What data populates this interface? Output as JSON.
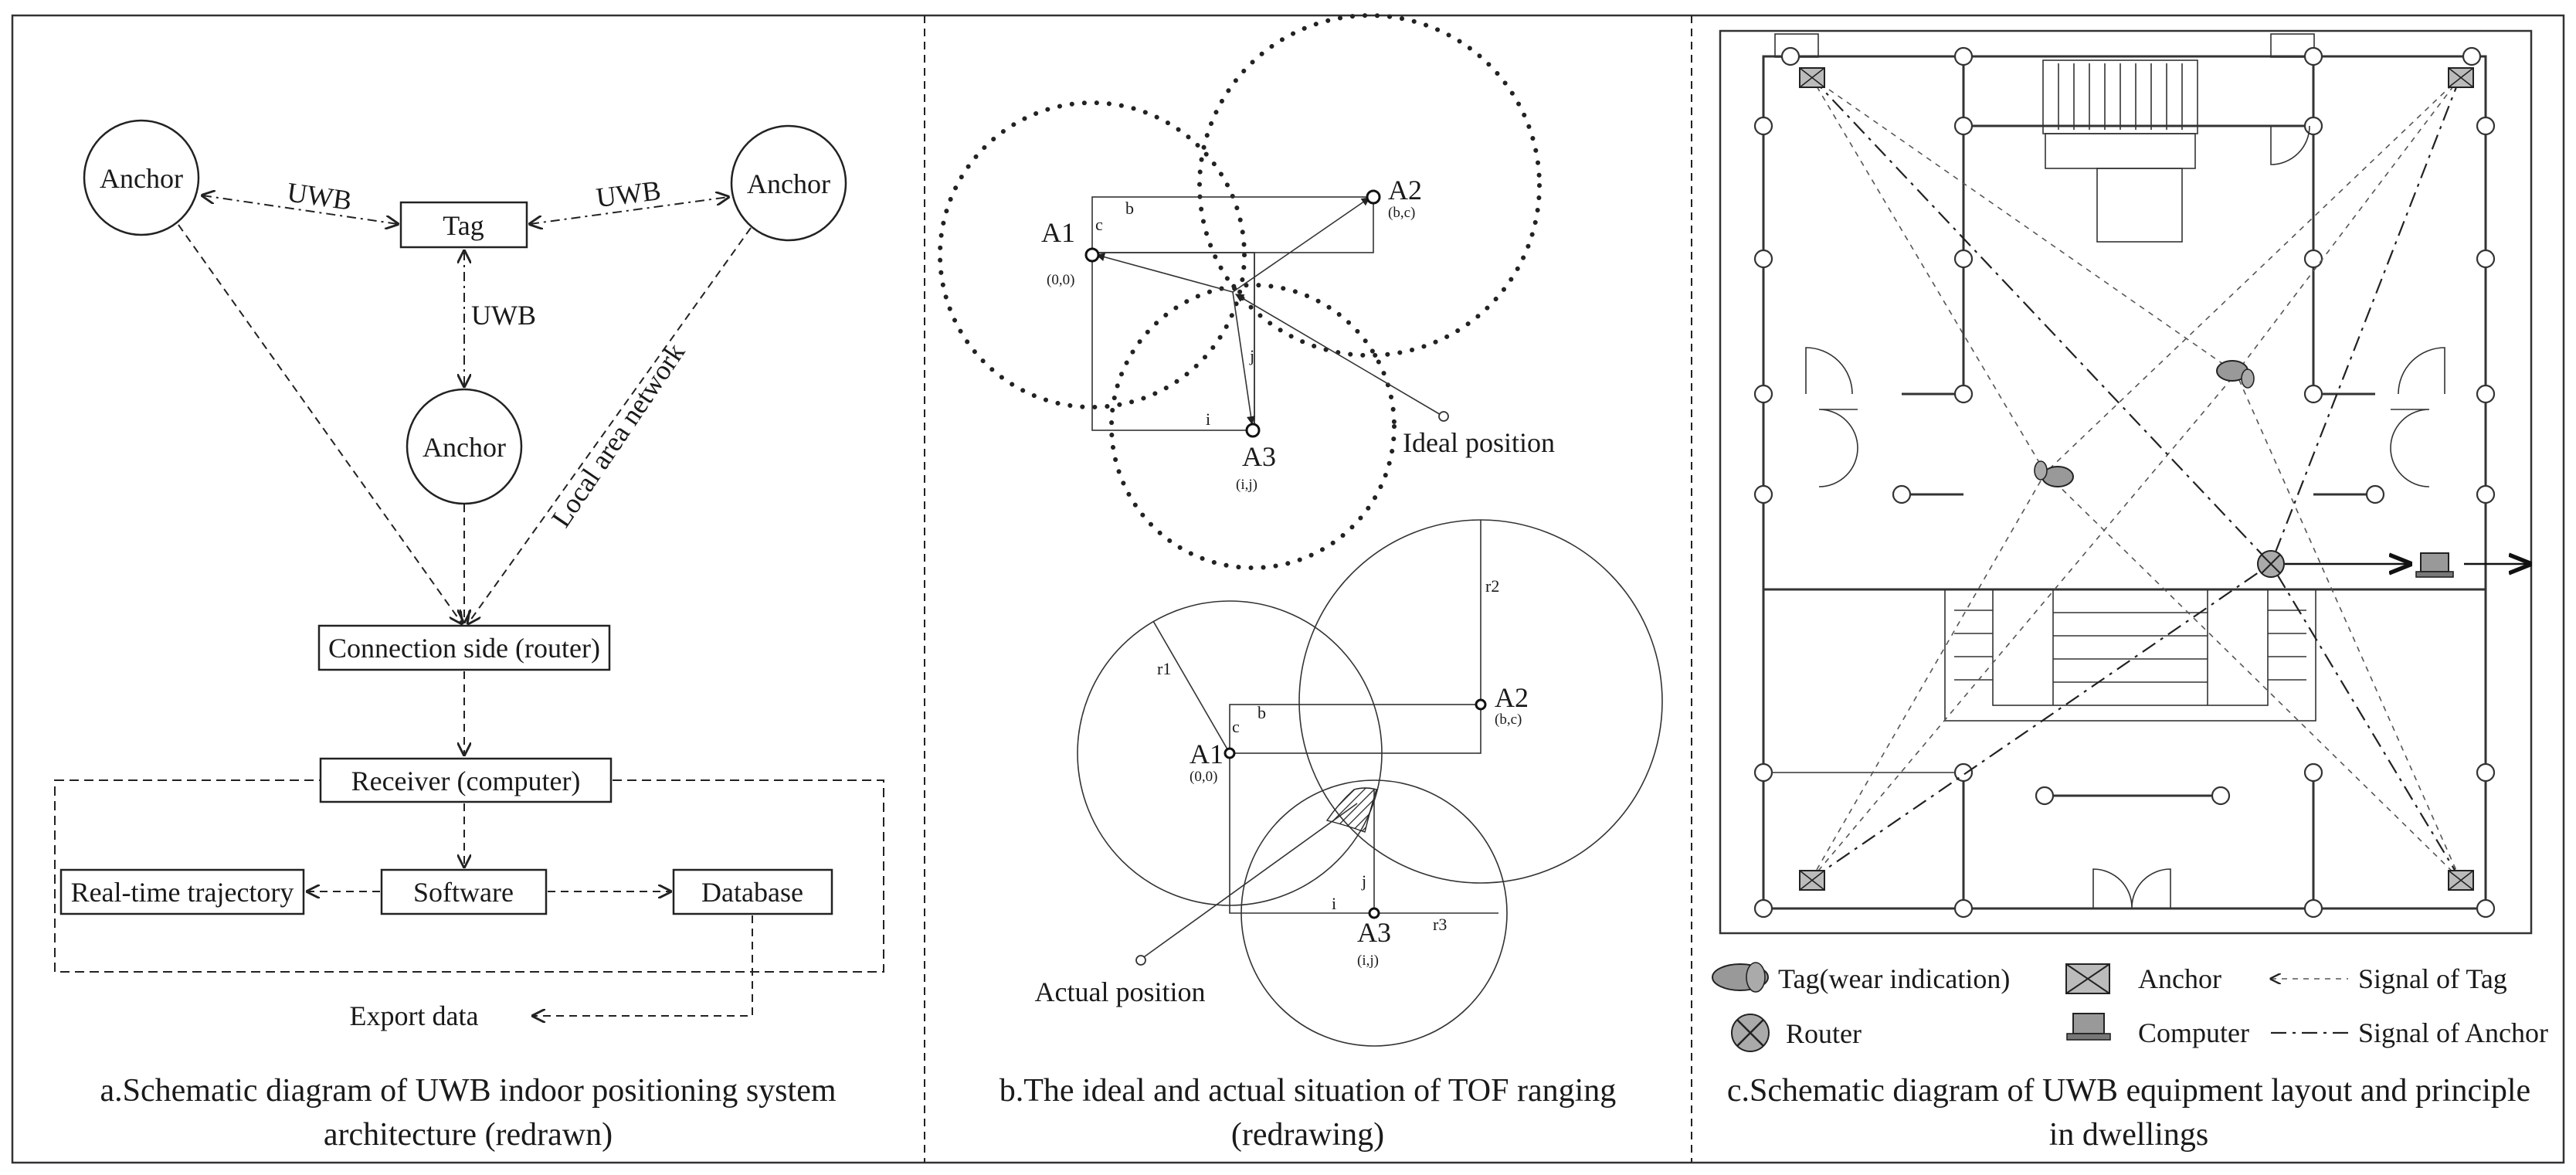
{
  "panel_a": {
    "anchor_left": "Anchor",
    "anchor_right": "Anchor",
    "anchor_bottom": "Anchor",
    "tag": "Tag",
    "uwb_left": "UWB",
    "uwb_right": "UWB",
    "uwb_down": "UWB",
    "lan": "Local area network",
    "router": "Connection side (router)",
    "receiver": "Receiver (computer)",
    "trajectory": "Real-time trajectory",
    "software": "Software",
    "database": "Database",
    "export": "Export data",
    "caption_line1": "a.Schematic diagram of UWB indoor positioning system",
    "caption_line2": "architecture (redrawn)"
  },
  "panel_b": {
    "top": {
      "a1": "A1",
      "a1_coord": "(0,0)",
      "a2": "A2",
      "a2_coord": "(b,c)",
      "a3": "A3",
      "a3_coord": "(i,j)",
      "b": "b",
      "c": "c",
      "i": "i",
      "j": "j",
      "ideal": "Ideal position"
    },
    "bottom": {
      "a1": "A1",
      "a1_coord": "(0,0)",
      "a2": "A2",
      "a2_coord": "(b,c)",
      "a3": "A3",
      "a3_coord": "(i,j)",
      "b": "b",
      "c": "c",
      "i": "i",
      "j": "j",
      "r1": "r1",
      "r2": "r2",
      "r3": "r3",
      "actual": "Actual position"
    },
    "caption_line1": "b.The ideal and actual situation of TOF ranging",
    "caption_line2": "(redrawing)"
  },
  "panel_c": {
    "legend": {
      "tag": "Tag(wear indication)",
      "anchor": "Anchor",
      "signal_tag": "Signal of Tag",
      "router": "Router",
      "computer": "Computer",
      "signal_anchor": "Signal of Anchor"
    },
    "caption_line1": "c.Schematic diagram of UWB equipment layout and principle",
    "caption_line2": "in dwellings"
  }
}
